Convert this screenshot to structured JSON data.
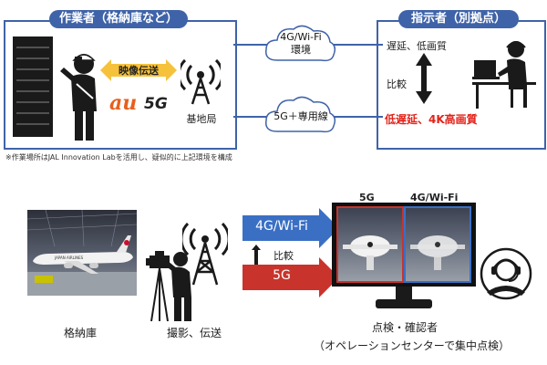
{
  "top": {
    "worker_panel_title": "作業者（格納庫など）",
    "director_panel_title": "指示者（別拠点）",
    "video_transfer": "映像伝送",
    "au_logo": "au",
    "five_g_logo": "5G",
    "base_station": "基地局",
    "cloud_wifi": "4G/Wi-Fi\n環境",
    "cloud_5g": "5G＋専用線",
    "result_wifi": "遅延、低画質",
    "compare": "比較",
    "result_5g": "低遅延、4K高画質",
    "footnote": "※作業場所はJAL Innovation Labを活用し、疑似的に上記環境を構成"
  },
  "bottom": {
    "hangar_caption": "格納庫",
    "filming_caption": "撮影、伝送",
    "arrow_wifi": "4G/Wi-Fi",
    "compare": "比較",
    "arrow_5g": "5G",
    "monitor_label_5g": "5G",
    "monitor_label_wifi": "4G/Wi-Fi",
    "inspector_caption": "点検・確認者",
    "inspector_note": "（オペレーションセンターで集中点検）",
    "plane_livery": "JAPAN AIRLINES"
  },
  "colors": {
    "panel_blue": "#3f63a8",
    "arrow_blue": "#3a6fc4",
    "arrow_red": "#c8342c",
    "emphasis_red": "#e2231a",
    "video_arrow_yellow": "#f6c23c"
  }
}
